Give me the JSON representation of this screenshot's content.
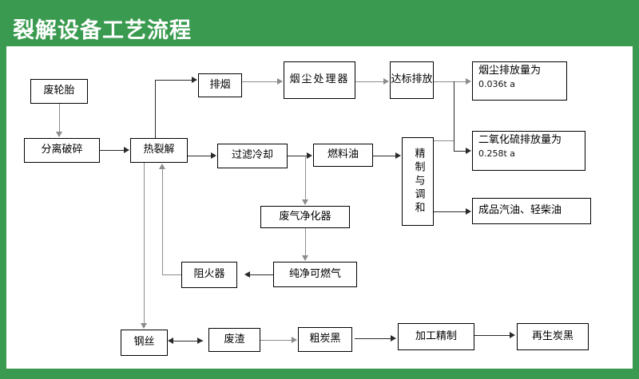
{
  "header": {
    "title": "裂解设备工艺流程",
    "bg_color": "#3a9b50",
    "title_color": "#ffffff"
  },
  "canvas": {
    "bg_color": "#ffffff",
    "border_color": "#3a9b50"
  },
  "chart_data": {
    "type": "diagram",
    "title": "裂解设备工艺流程",
    "nodes": [
      {
        "id": "waste_tire",
        "label": "废轮胎"
      },
      {
        "id": "separate_crush",
        "label": "分离破碎"
      },
      {
        "id": "pyrolysis",
        "label": "热裂解"
      },
      {
        "id": "flue_gas",
        "label": "排烟"
      },
      {
        "id": "dust_treatment",
        "label": "烟尘处理器"
      },
      {
        "id": "compliant_emit",
        "label": "达标排放"
      },
      {
        "id": "dust_emission",
        "label": "烟尘排放量为",
        "value": "0.036t a"
      },
      {
        "id": "so2_emission",
        "label": "二氧化硫排放量为",
        "value": "0.258t a"
      },
      {
        "id": "filter_cool",
        "label": "过滤冷却"
      },
      {
        "id": "fuel_oil",
        "label": "燃料油"
      },
      {
        "id": "refine_blend",
        "label": "精制与调和"
      },
      {
        "id": "finished_oil",
        "label": "成品汽油、轻柴油"
      },
      {
        "id": "gas_purifier",
        "label": "废气净化器"
      },
      {
        "id": "clean_gas",
        "label": "纯净可燃气"
      },
      {
        "id": "flame_arrester",
        "label": "阻火器"
      },
      {
        "id": "steel_wire",
        "label": "钢丝"
      },
      {
        "id": "slag",
        "label": "废渣"
      },
      {
        "id": "crude_black",
        "label": "粗炭黑"
      },
      {
        "id": "process_refine",
        "label": "加工精制"
      },
      {
        "id": "recycled_black",
        "label": "再生炭黑"
      }
    ],
    "edges": [
      {
        "from": "waste_tire",
        "to": "separate_crush"
      },
      {
        "from": "separate_crush",
        "to": "pyrolysis"
      },
      {
        "from": "pyrolysis",
        "to": "flue_gas"
      },
      {
        "from": "flue_gas",
        "to": "dust_treatment"
      },
      {
        "from": "dust_treatment",
        "to": "compliant_emit"
      },
      {
        "from": "compliant_emit",
        "to": "dust_emission"
      },
      {
        "from": "compliant_emit",
        "to": "so2_emission"
      },
      {
        "from": "pyrolysis",
        "to": "filter_cool"
      },
      {
        "from": "filter_cool",
        "to": "fuel_oil"
      },
      {
        "from": "filter_cool",
        "to": "gas_purifier"
      },
      {
        "from": "fuel_oil",
        "to": "refine_blend"
      },
      {
        "from": "refine_blend",
        "to": "so2_emission"
      },
      {
        "from": "refine_blend",
        "to": "finished_oil"
      },
      {
        "from": "gas_purifier",
        "to": "clean_gas"
      },
      {
        "from": "clean_gas",
        "to": "flame_arrester"
      },
      {
        "from": "flame_arrester",
        "to": "pyrolysis"
      },
      {
        "from": "pyrolysis",
        "to": "steel_wire"
      },
      {
        "from": "steel_wire",
        "to": "slag",
        "bidirectional": true
      },
      {
        "from": "slag",
        "to": "crude_black"
      },
      {
        "from": "crude_black",
        "to": "process_refine"
      },
      {
        "from": "process_refine",
        "to": "recycled_black"
      }
    ]
  }
}
